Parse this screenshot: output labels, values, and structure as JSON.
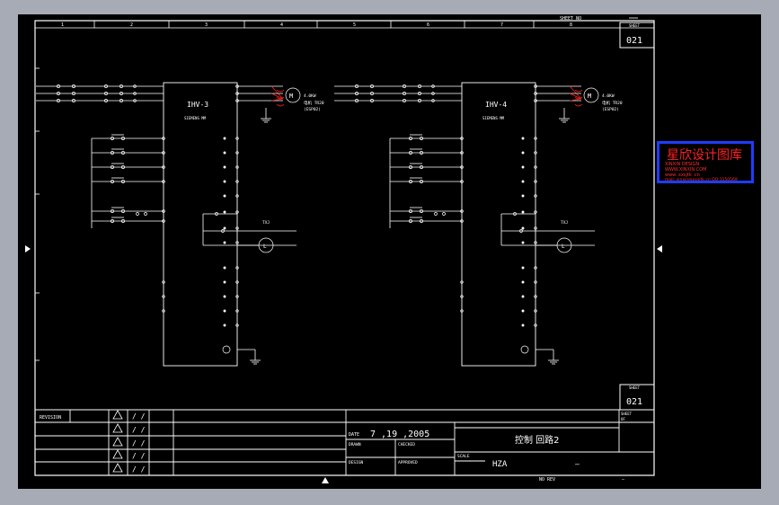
{
  "sheet": {
    "header_sheet_label": "SHEET NO",
    "sheet_no_top": "021",
    "sheet_no_bottom": "021",
    "sheet_tag_top": "SHEET",
    "sheet_tag_bottom": "SHEET",
    "column_numbers": [
      "1",
      "2",
      "3",
      "4",
      "5",
      "6",
      "7",
      "8"
    ]
  },
  "circuits": [
    {
      "inverter_label": "IHV-3",
      "inverter_sub": "SIEMENS MM",
      "motor_label": "M",
      "motor_note_1": "4.0KW",
      "motor_note_2": "电机 TR20",
      "motor_note_3": "(ESP02)",
      "fault_relay": "TXJ",
      "lamp_label": "L"
    },
    {
      "inverter_label": "IHV-4",
      "inverter_sub": "SIEMENS MM",
      "motor_label": "M",
      "motor_note_1": "4.0KW",
      "motor_note_2": "电机 TR20",
      "motor_note_3": "(ESP02)",
      "fault_relay": "TXJ",
      "lamp_label": "L"
    }
  ],
  "title_block": {
    "revision_label": "REVISION",
    "rev_marks": [
      "/ /",
      "/ /",
      "/ /",
      "/ /",
      "/ /"
    ],
    "date_label": "DATE",
    "date_value": "7   ,19   ,2005",
    "drawing_title": "控制 回路2",
    "drawn_label": "DRAWN",
    "checked_label": "CHECKED",
    "design_label": "DESIGN",
    "approved_label": "APPROVED",
    "scale_label": "SCALE",
    "project_code": "HZA",
    "dash": "—",
    "footer_label": "NO REV",
    "footer_dash": "—",
    "sheet_right_1": "SHEET",
    "sheet_right_2": "OF"
  },
  "watermark": {
    "title": "星欣设计图库",
    "lines": [
      "XINXIN DESIGN",
      "WWW.XINXIN.COM",
      "www. xxsjtk .cn",
      "mail: xinxin@xxsjtk.cn QQ:1150569"
    ]
  },
  "colors": {
    "background": "#000000",
    "line": "#ffffff",
    "accent": "#ff2020",
    "watermark_border": "#1f3cff"
  }
}
